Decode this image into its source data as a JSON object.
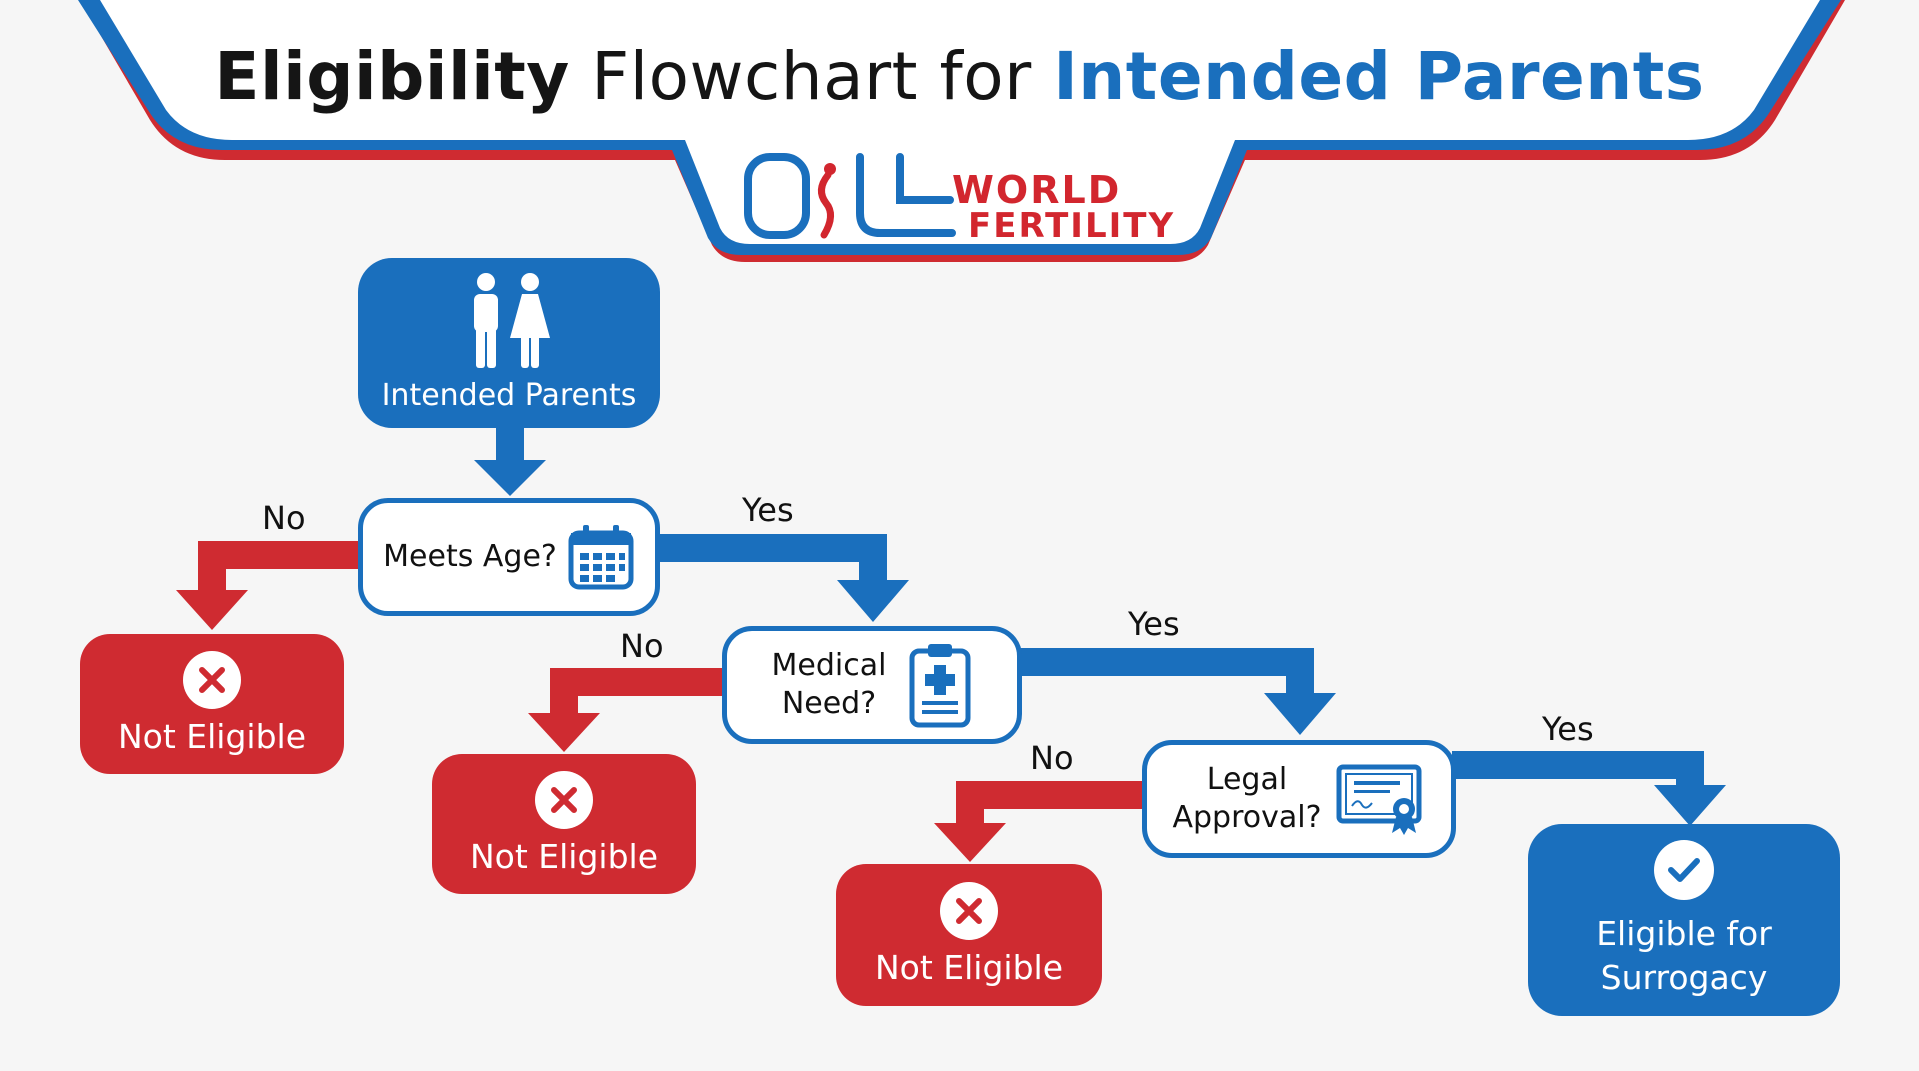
{
  "header": {
    "title_bold": "Eligibility",
    "title_regular": " Flowchart for ",
    "title_blue": "Intended Parents"
  },
  "logo": {
    "line1": "WORLD",
    "line2": "FERTILITY"
  },
  "colors": {
    "blue": "#1a6fbd",
    "red": "#cf2b31",
    "background": "#f6f6f6"
  },
  "flowchart": {
    "start": {
      "label": "Intended Parents",
      "icon": "couple-icon"
    },
    "decisions": [
      {
        "label": "Meets Age?",
        "icon": "calendar-icon"
      },
      {
        "label": "Medical\nNeed?",
        "icon": "clipboard-icon"
      },
      {
        "label": "Legal\nApproval?",
        "icon": "certificate-icon"
      }
    ],
    "rejections": [
      {
        "label": "Not Eligible",
        "icon": "x-circle-icon"
      },
      {
        "label": "Not Eligible",
        "icon": "x-circle-icon"
      },
      {
        "label": "Not Eligible",
        "icon": "x-circle-icon"
      }
    ],
    "outcome": {
      "label": "Eligible for\nSurrogacy",
      "icon": "check-circle-icon"
    },
    "edges": {
      "yes": "Yes",
      "no": "No"
    }
  }
}
